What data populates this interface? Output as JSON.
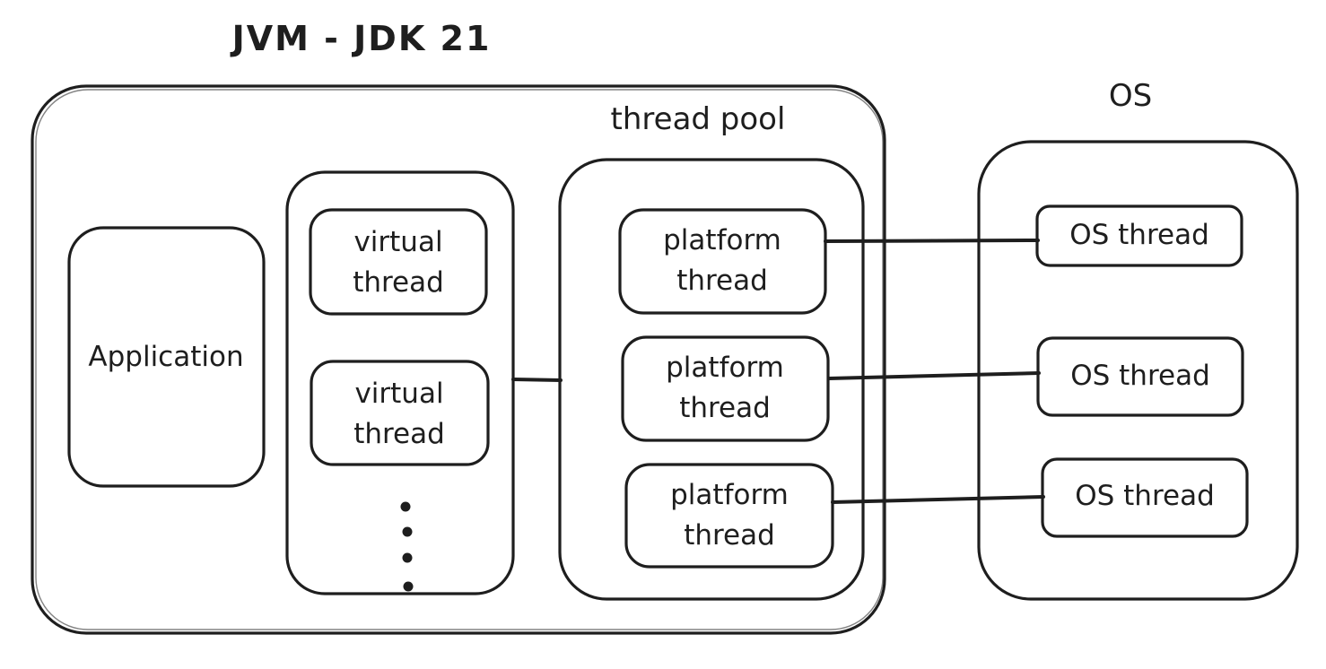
{
  "diagram": {
    "jvm_title": "JVM - JDK 21",
    "os_title": "OS",
    "thread_pool_title": "thread pool",
    "application_label": "Application",
    "virtual_threads": [
      {
        "line1": "virtual",
        "line2": "thread"
      },
      {
        "line1": "virtual",
        "line2": "thread"
      }
    ],
    "platform_threads": [
      {
        "line1": "platform",
        "line2": "thread"
      },
      {
        "line1": "platform",
        "line2": "thread"
      },
      {
        "line1": "platform",
        "line2": "thread"
      }
    ],
    "os_threads": [
      {
        "label": "OS thread"
      },
      {
        "label": "OS thread"
      },
      {
        "label": "OS thread"
      }
    ],
    "stroke_color": "#1e1e1e",
    "background_color": "#ffffff"
  }
}
